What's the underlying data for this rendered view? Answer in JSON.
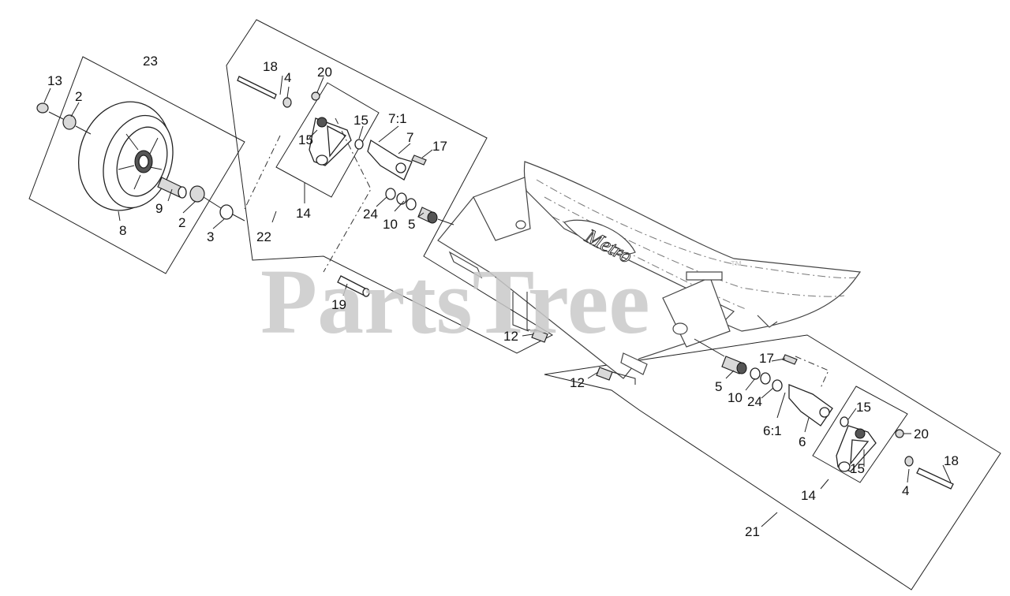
{
  "callouts": {
    "c13": "13",
    "c2a": "2",
    "c23": "23",
    "c9": "9",
    "c2b": "2",
    "c8": "8",
    "c3": "3",
    "c18a": "18",
    "c4a": "4",
    "c20a": "20",
    "c15a": "15",
    "c15b": "15",
    "c71a": "7:1",
    "c7": "7",
    "c17a": "17",
    "c14a": "14",
    "c22": "22",
    "c24a": "24",
    "c10a": "10",
    "c5a": "5",
    "c19": "19",
    "c12a": "12",
    "c12b": "12",
    "c17b": "17",
    "c5b": "5",
    "c10b": "10",
    "c24b": "24",
    "c61": "6:1",
    "c6": "6",
    "c15c": "15",
    "c20b": "20",
    "c15d": "15",
    "c18b": "18",
    "c14b": "14",
    "c4b": "4",
    "c21": "21"
  },
  "watermark": {
    "text": "PartsTree",
    "trademark": "™"
  },
  "colors": {
    "line": "#222222",
    "watermark": "#c9c9c9",
    "background": "#ffffff"
  }
}
